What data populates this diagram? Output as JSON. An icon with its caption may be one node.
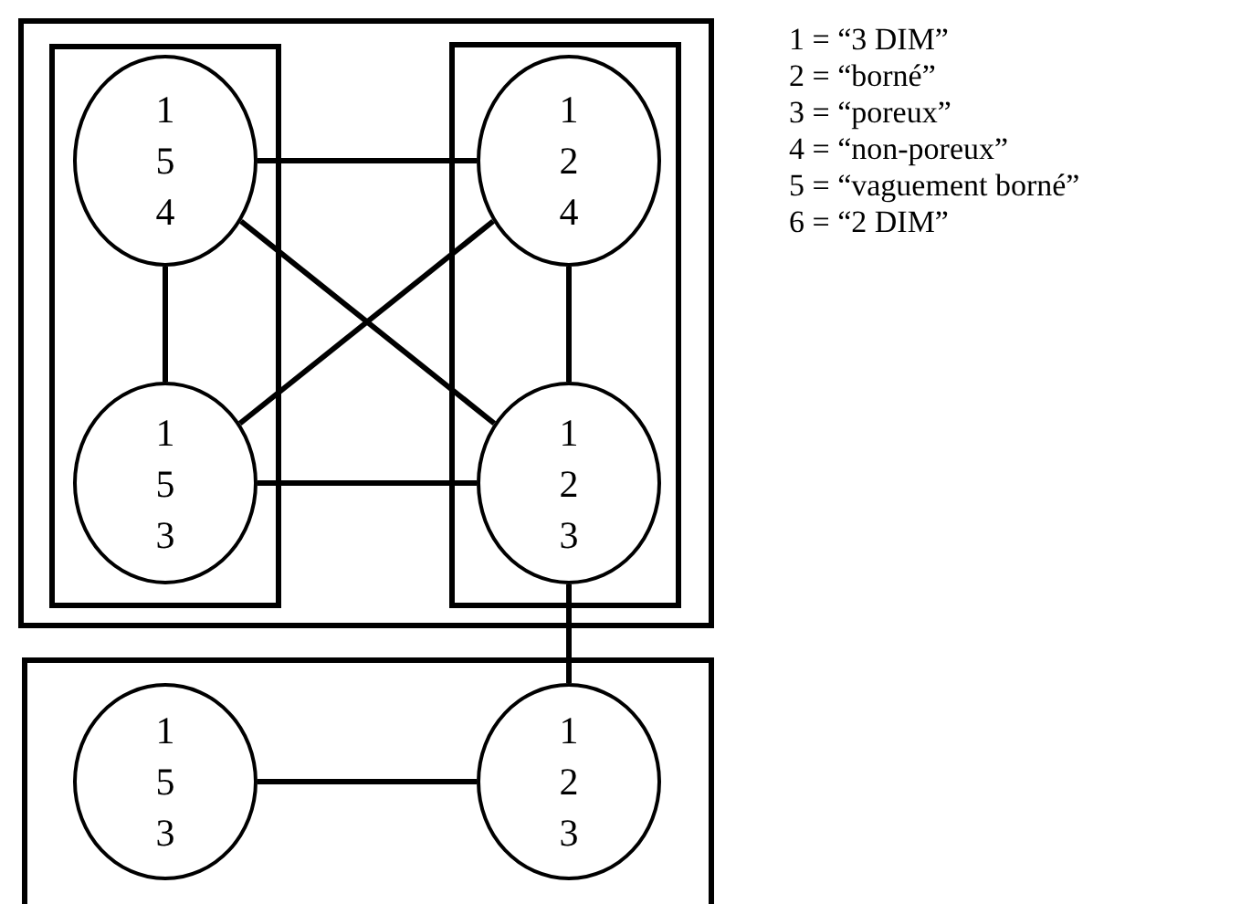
{
  "diagram": {
    "nodes": [
      {
        "text": [],
        "shape": "box"
      },
      {
        "text": [],
        "shape": "box",
        "in": 0
      },
      {
        "text": [],
        "shape": "box",
        "in": 0
      },
      {
        "text": [
          "1 5 4"
        ],
        "in": 1
      },
      {
        "text": [
          "1 2 4"
        ],
        "in": 2
      },
      {
        "text": [
          "1 5 3"
        ],
        "in": 1
      },
      {
        "text": [
          "1 2 3"
        ],
        "in": 2
      },
      {
        "text": [],
        "shape": "box"
      },
      {
        "text": [
          "1 5 3"
        ],
        "in": 7
      },
      {
        "text": [
          "1 2 3"
        ],
        "in": 7
      }
    ],
    "edges": [
      {
        "from": 3,
        "to": 4,
        "arrow": "none"
      },
      {
        "from": 3,
        "to": 5,
        "arrow": "none"
      },
      {
        "from": 3,
        "to": 6,
        "arrow": "none"
      },
      {
        "from": 4,
        "to": 5,
        "arrow": "none"
      },
      {
        "from": 4,
        "to": 6,
        "arrow": "none"
      },
      {
        "from": 5,
        "to": 6,
        "arrow": "none"
      },
      {
        "from": 6,
        "to": 9,
        "arrow": "none"
      },
      {
        "from": 8,
        "to": 9,
        "arrow": "none"
      }
    ],
    "labels": [
      "1 = “3 DIM”",
      "2 = “borné”",
      "3 = “poreux”",
      "4 = “non-poreux”",
      "5 = “vaguement borné”",
      "6 = “2 DIM”"
    ]
  }
}
